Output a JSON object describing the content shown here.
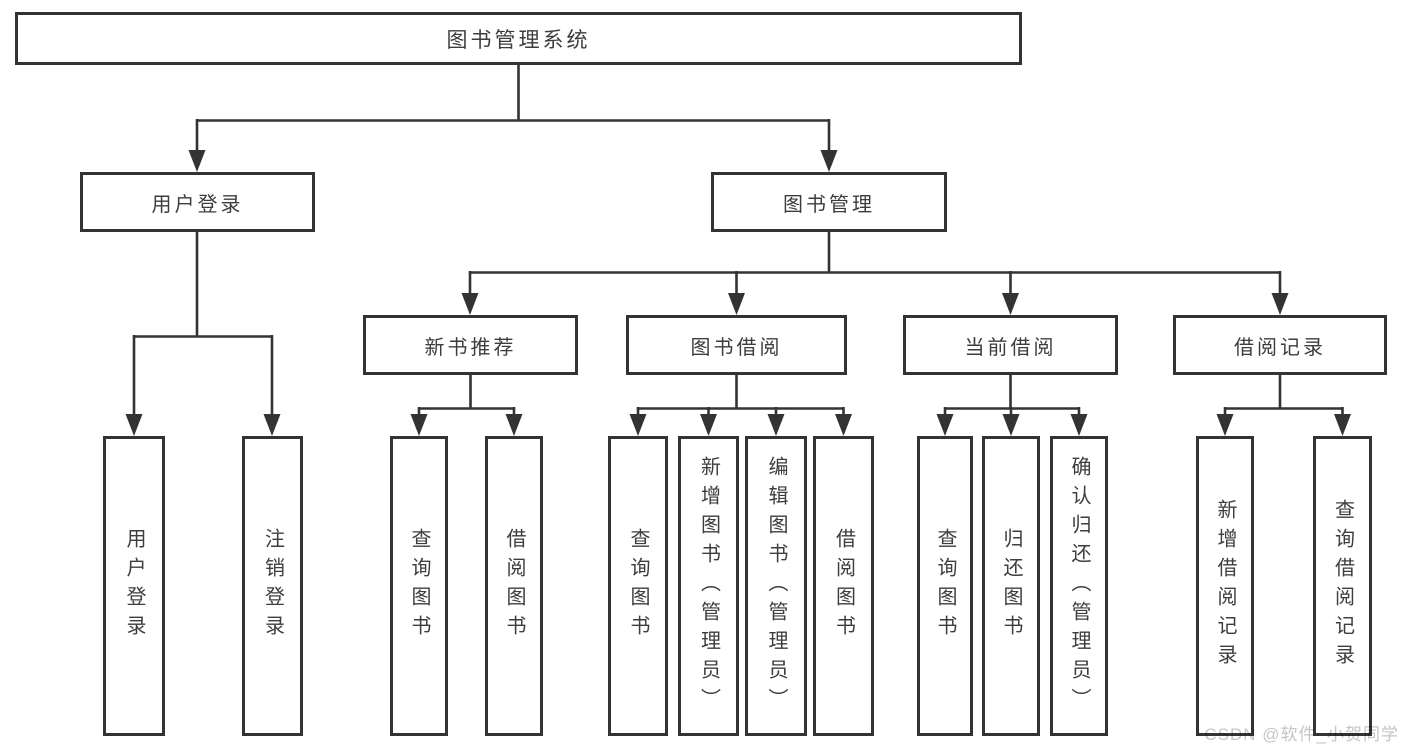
{
  "diagram_title": "图书管理系统",
  "nodes": {
    "root": "图书管理系统",
    "user_login": "用户登录",
    "book_mgmt": "图书管理",
    "new_book_rec": "新书推荐",
    "book_borrowing": "图书借阅",
    "current_borrowing": "当前借阅",
    "borrowing_records": "借阅记录",
    "leaf_user_login": "用户登录",
    "leaf_logout": "注销登录",
    "leaf_rec_query_books": "查询图书",
    "leaf_rec_borrow_books": "借阅图书",
    "leaf_bb_query_books": "查询图书",
    "leaf_bb_add_books": "新增图书（管理员）",
    "leaf_bb_edit_books": "编辑图书（管理员）",
    "leaf_bb_borrow_books": "借阅图书",
    "leaf_cb_query_books": "查询图书",
    "leaf_cb_return_books": "归还图书",
    "leaf_cb_confirm_return": "确认归还（管理员）",
    "leaf_br_add_record": "新增借阅记录",
    "leaf_br_query_record": "查询借阅记录"
  },
  "hierarchy": {
    "图书管理系统": {
      "用户登录": [
        "用户登录",
        "注销登录"
      ],
      "图书管理": {
        "新书推荐": [
          "查询图书",
          "借阅图书"
        ],
        "图书借阅": [
          "查询图书",
          "新增图书（管理员）",
          "编辑图书（管理员）",
          "借阅图书"
        ],
        "当前借阅": [
          "查询图书",
          "归还图书",
          "确认归还（管理员）"
        ],
        "借阅记录": [
          "新增借阅记录",
          "查询借阅记录"
        ]
      }
    }
  },
  "colors": {
    "line": "#333333",
    "text": "#3d3d3d",
    "background": "#ffffff",
    "watermark": "#c5c5c5"
  },
  "watermark": "CSDN @软件_小贺同学"
}
